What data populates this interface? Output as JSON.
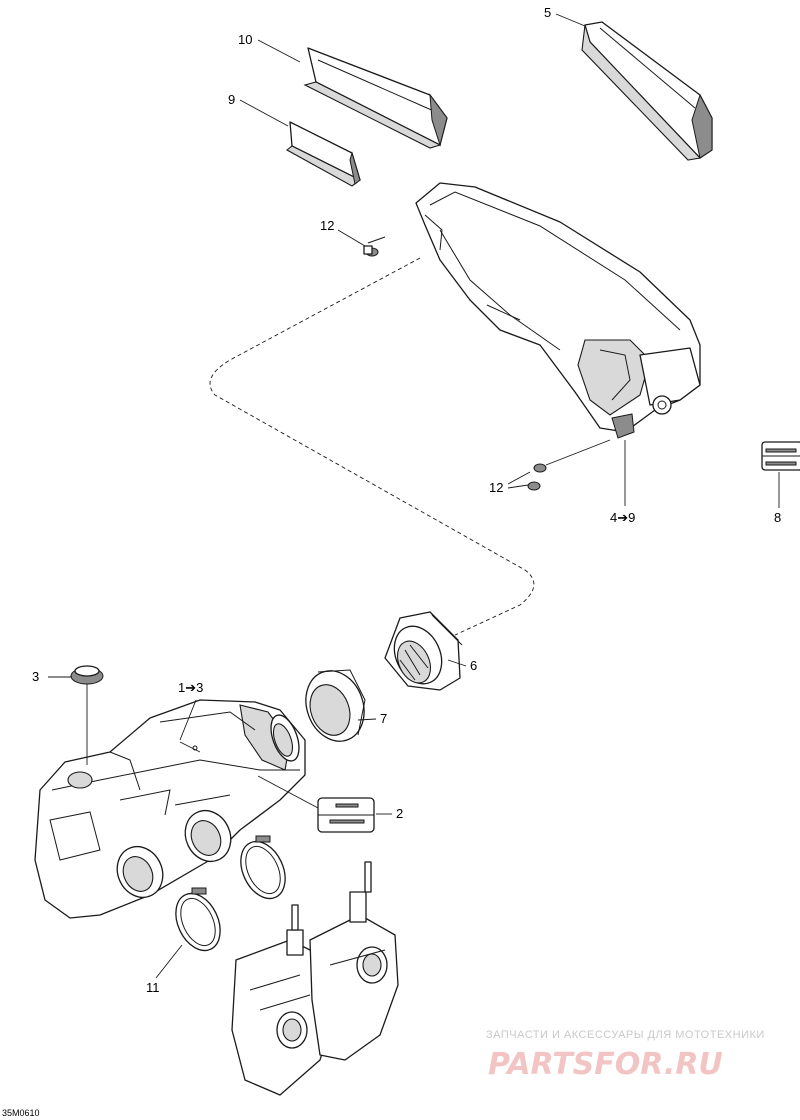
{
  "callouts": {
    "c1": "1➔3",
    "c2": "2",
    "c3": "3",
    "c4": "4➔9",
    "c5": "5",
    "c6": "6",
    "c7": "7",
    "c8": "8",
    "c9": "9",
    "c10": "10",
    "c11": "11",
    "c12a": "12",
    "c12b": "12"
  },
  "figure_code": "35M0610",
  "watermark": {
    "tagline": "ЗАПЧАСТИ И АКСЕССУАРЫ ДЛЯ МОТОТЕХНИКИ",
    "logo": "PARTSFOR.RU"
  },
  "colors": {
    "line": "#1a1a1a",
    "watermark_logo": "#f2c4c4",
    "watermark_text": "#c9c9c9"
  }
}
